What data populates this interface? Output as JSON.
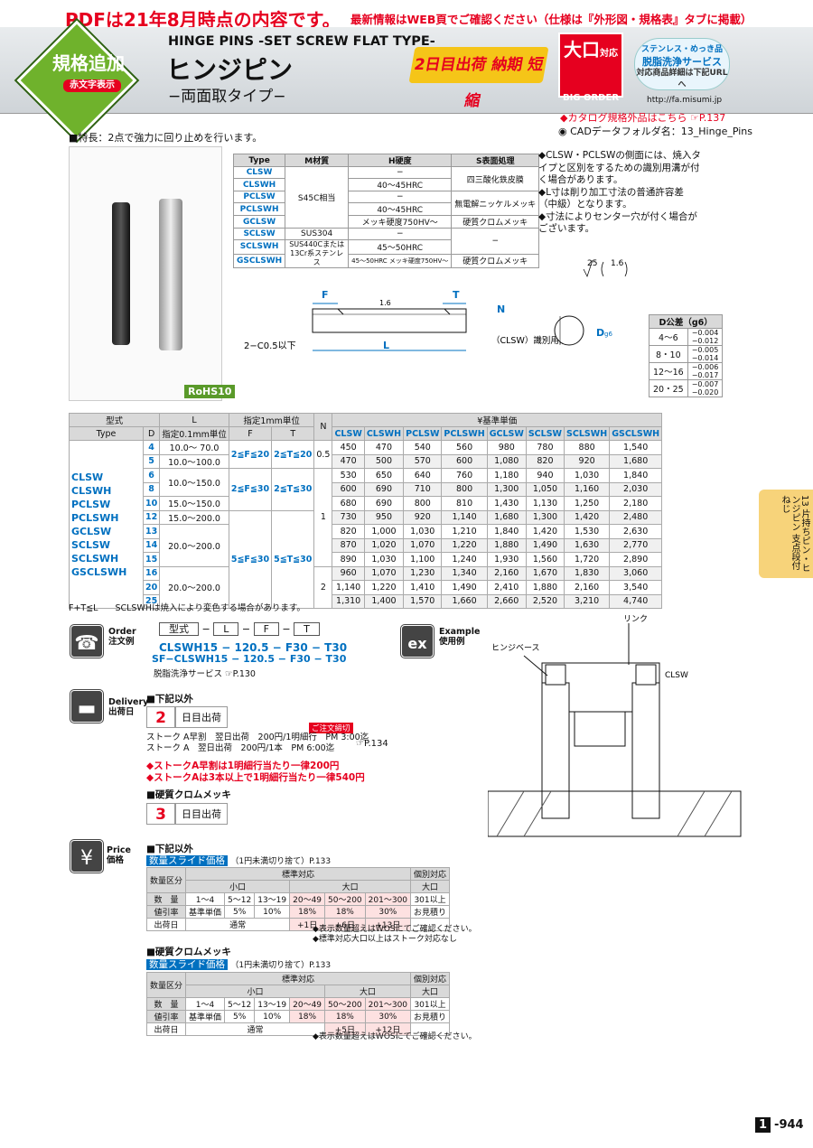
{
  "notice": {
    "red_big": "PDFは21年8月時点の内容です。",
    "red_small": "最新情報はWEB頁でご確認ください（仕様は『外形図・規格表』タブに掲載）"
  },
  "header": {
    "badge_main": "規格追加",
    "badge_sub": "赤文字表示",
    "title_en": "HINGE PINS -SET SCREW FLAT TYPE-",
    "title_jp": "ヒンジピン",
    "title_sub": "−両面取タイプ−",
    "promo": "2日目出荷 納期 短縮",
    "big_order_main": "大口",
    "big_order_sub": "対応",
    "big_order_en": "BIG ORDER",
    "wash_line1": "ステンレス・めっき品",
    "wash_line2": "脱脂洗浄サービス",
    "wash_line3": "対応商品詳細は下記URLへ",
    "wash_url": "http://fa.misumi.jp"
  },
  "refs": {
    "catalog": "カタログ規格外品はこちら",
    "catalog_page": "P.137",
    "cad": "CADデータフォルダ名：13_Hinge_Pins"
  },
  "feature": "■特長：2点で強力に回り止めを行います。",
  "rohs": "RoHS10",
  "materials": {
    "headers": [
      "Type",
      "M材質",
      "H硬度",
      "S表面処理"
    ],
    "rows": [
      [
        "CLSW",
        "S45C相当",
        "−",
        "四三酸化鉄皮膜"
      ],
      [
        "CLSWH",
        "",
        "40〜45HRC",
        ""
      ],
      [
        "PCLSW",
        "",
        "−",
        "無電解ニッケルメッキ"
      ],
      [
        "PCLSWH",
        "",
        "40〜45HRC",
        ""
      ],
      [
        "GCLSW",
        "",
        "メッキ硬度750HV〜",
        "硬質クロムメッキ"
      ],
      [
        "SCLSW",
        "SUS304",
        "−",
        "−"
      ],
      [
        "SCLSWH",
        "SUS440Cまたは13Cr系ステンレス",
        "45〜50HRC",
        ""
      ],
      [
        "GSCLSWH",
        "",
        "45〜50HRC メッキ硬度750HV〜",
        "硬質クロムメッキ"
      ]
    ]
  },
  "notes": [
    "CLSW・PCLSWの側面には、焼入タイプと区別をするための識別用溝が付く場合があります。",
    "L寸は削り加工寸法の普通許容差（中級）となります。",
    "寸法によりセンター穴が付く場合がございます。"
  ],
  "drawing": {
    "F": "F",
    "T": "T",
    "N": "N",
    "L": "L",
    "chamfer": "2−C0.5以下",
    "groove": "（CLSW）識別用溝",
    "D": "D",
    "g6": "g6",
    "rough1": "25",
    "rough2": "1.6",
    "rough3": "1.6"
  },
  "dtol": {
    "title": "D公差（g6）",
    "rows": [
      [
        "4〜6",
        "−0.004",
        "−0.012"
      ],
      [
        "8・10",
        "−0.005",
        "−0.014"
      ],
      [
        "12〜16",
        "−0.006",
        "−0.017"
      ],
      [
        "20・25",
        "−0.007",
        "−0.020"
      ]
    ]
  },
  "main_table": {
    "h_kata": "型式",
    "h_type": "Type",
    "h_D": "D",
    "h_L": "L",
    "h_L2": "指定0.1mm単位",
    "h_sel": "指定1mm単位",
    "h_F": "F",
    "h_T": "T",
    "h_N": "N",
    "h_price": "¥基準単価",
    "cols": [
      "CLSW",
      "CLSWH",
      "PCLSW",
      "PCLSWH",
      "GCLSW",
      "SCLSW",
      "SCLSWH",
      "GSCLSWH"
    ],
    "types": "CLSW CLSWH PCLSW PCLSWH GCLSW SCLSW SCLSWH GSCLSWH",
    "rows": [
      {
        "D": "4",
        "L": "10.0〜 70.0",
        "F": "2≦F≦20",
        "T": "2≦T≦20",
        "N": "0.5",
        "p": [
          "450",
          "470",
          "540",
          "560",
          "980",
          "780",
          "880",
          "1,540"
        ]
      },
      {
        "D": "5",
        "L": "10.0〜100.0",
        "F": "",
        "T": "",
        "N": "",
        "p": [
          "470",
          "500",
          "570",
          "600",
          "1,080",
          "820",
          "920",
          "1,680"
        ]
      },
      {
        "D": "6",
        "L": "10.0〜150.0",
        "F": "2≦F≦30",
        "T": "2≦T≦30",
        "N": "1",
        "p": [
          "530",
          "650",
          "640",
          "760",
          "1,180",
          "940",
          "1,030",
          "1,840"
        ]
      },
      {
        "D": "8",
        "L": "",
        "F": "",
        "T": "",
        "N": "",
        "p": [
          "600",
          "690",
          "710",
          "800",
          "1,300",
          "1,050",
          "1,160",
          "2,030"
        ]
      },
      {
        "D": "10",
        "L": "15.0〜150.0",
        "F": "",
        "T": "",
        "N": "",
        "p": [
          "680",
          "690",
          "800",
          "810",
          "1,430",
          "1,130",
          "1,250",
          "2,180"
        ]
      },
      {
        "D": "12",
        "L": "15.0〜200.0",
        "F": "5≦F≦30",
        "T": "5≦T≦30",
        "N": "",
        "p": [
          "730",
          "950",
          "920",
          "1,140",
          "1,680",
          "1,300",
          "1,420",
          "2,480"
        ]
      },
      {
        "D": "13",
        "L": "20.0〜200.0",
        "F": "",
        "T": "",
        "N": "",
        "p": [
          "820",
          "1,000",
          "1,030",
          "1,210",
          "1,840",
          "1,420",
          "1,530",
          "2,630"
        ]
      },
      {
        "D": "14",
        "L": "",
        "F": "",
        "T": "",
        "N": "",
        "p": [
          "870",
          "1,020",
          "1,070",
          "1,220",
          "1,880",
          "1,490",
          "1,630",
          "2,770"
        ]
      },
      {
        "D": "15",
        "L": "",
        "F": "",
        "T": "",
        "N": "",
        "p": [
          "890",
          "1,030",
          "1,100",
          "1,240",
          "1,930",
          "1,560",
          "1,720",
          "2,890"
        ]
      },
      {
        "D": "16",
        "L": "20.0〜200.0",
        "F": "",
        "T": "",
        "N": "2",
        "p": [
          "960",
          "1,070",
          "1,230",
          "1,340",
          "2,160",
          "1,670",
          "1,830",
          "3,060"
        ]
      },
      {
        "D": "20",
        "L": "",
        "F": "",
        "T": "",
        "N": "",
        "p": [
          "1,140",
          "1,220",
          "1,410",
          "1,490",
          "2,410",
          "1,880",
          "2,160",
          "3,540"
        ]
      },
      {
        "D": "25",
        "L": "",
        "F": "",
        "T": "",
        "N": "",
        "p": [
          "1,310",
          "1,400",
          "1,570",
          "1,660",
          "2,660",
          "2,520",
          "3,210",
          "4,740"
        ]
      }
    ]
  },
  "table_note": "F+T≦L　　SCLSWHは焼入により変色する場合があります。",
  "order": {
    "label": "Order",
    "label_jp": "注文例",
    "h1": "型式",
    "h2": "L",
    "h3": "F",
    "h4": "T",
    "ex1": "CLSWH15 − 120.5 − F30 − T30",
    "ex2": "SF−CLSWH15 − 120.5 − F30 − T30",
    "svc": "脱脂洗浄サービス",
    "svc_page": "P.130"
  },
  "example": {
    "label": "Example",
    "label_jp": "使用例",
    "link": "リンク",
    "base": "ヒンジベース",
    "pin": "CLSW"
  },
  "delivery": {
    "label": "Delivery",
    "label_jp": "出荷日",
    "sec1": "■下記以外",
    "d1": "2",
    "d1t": "日目出荷",
    "order_deadline": "ご注文締切",
    "s1": "ストーク A早割　翌日出荷　200円/1明細行　PM 3:00迄",
    "s2": "ストーク A　翌日出荷　200円/1本　PM 6:00迄",
    "stock_page": "P.134",
    "r1": "ストークA早割は1明細行当たり一律200円",
    "r2": "ストークAは3本以上で1明細行当たり一律540円",
    "sec2": "■硬質クロムメッキ",
    "d2": "3",
    "d2t": "日目出荷"
  },
  "price": {
    "label": "Price",
    "label_jp": "価格",
    "sec1": "■下記以外",
    "vol": "数量スライド価格",
    "round": "（1円未満切り捨て）P.133",
    "t1": {
      "h": [
        "数量区分",
        "標準対応",
        "個別対応",
        "小口",
        "大口",
        "大口"
      ],
      "qty": [
        "数　量",
        "1〜4",
        "5〜12",
        "13〜19",
        "20〜49",
        "50〜200",
        "201〜300",
        "301以上"
      ],
      "rate": [
        "値引率",
        "基準単価",
        "5%",
        "10%",
        "18%",
        "18%",
        "30%",
        "お見積り"
      ],
      "ship": [
        "出荷日",
        "通常",
        "+1日",
        "+6日",
        "+13日"
      ]
    },
    "note1": "表示数量超えはWOSにてご確認ください。",
    "note2": "標準対応大口以上はストーク対応なし",
    "sec2": "■硬質クロムメッキ",
    "t2": {
      "qty": [
        "数　量",
        "1〜4",
        "5〜12",
        "13〜19",
        "20〜49",
        "50〜200",
        "201〜300",
        "301以上"
      ],
      "rate": [
        "値引率",
        "基準単価",
        "5%",
        "10%",
        "18%",
        "18%",
        "30%",
        "お見積り"
      ],
      "ship": [
        "出荷日",
        "通常",
        "+5日",
        "+12日"
      ]
    },
    "note3": "表示数量超えはWOSにてご確認ください。"
  },
  "sidetab": "13 片持ちピン・ヒンジピン 支点段付ねじ",
  "page": {
    "prefix": "1",
    "num": "-944"
  }
}
